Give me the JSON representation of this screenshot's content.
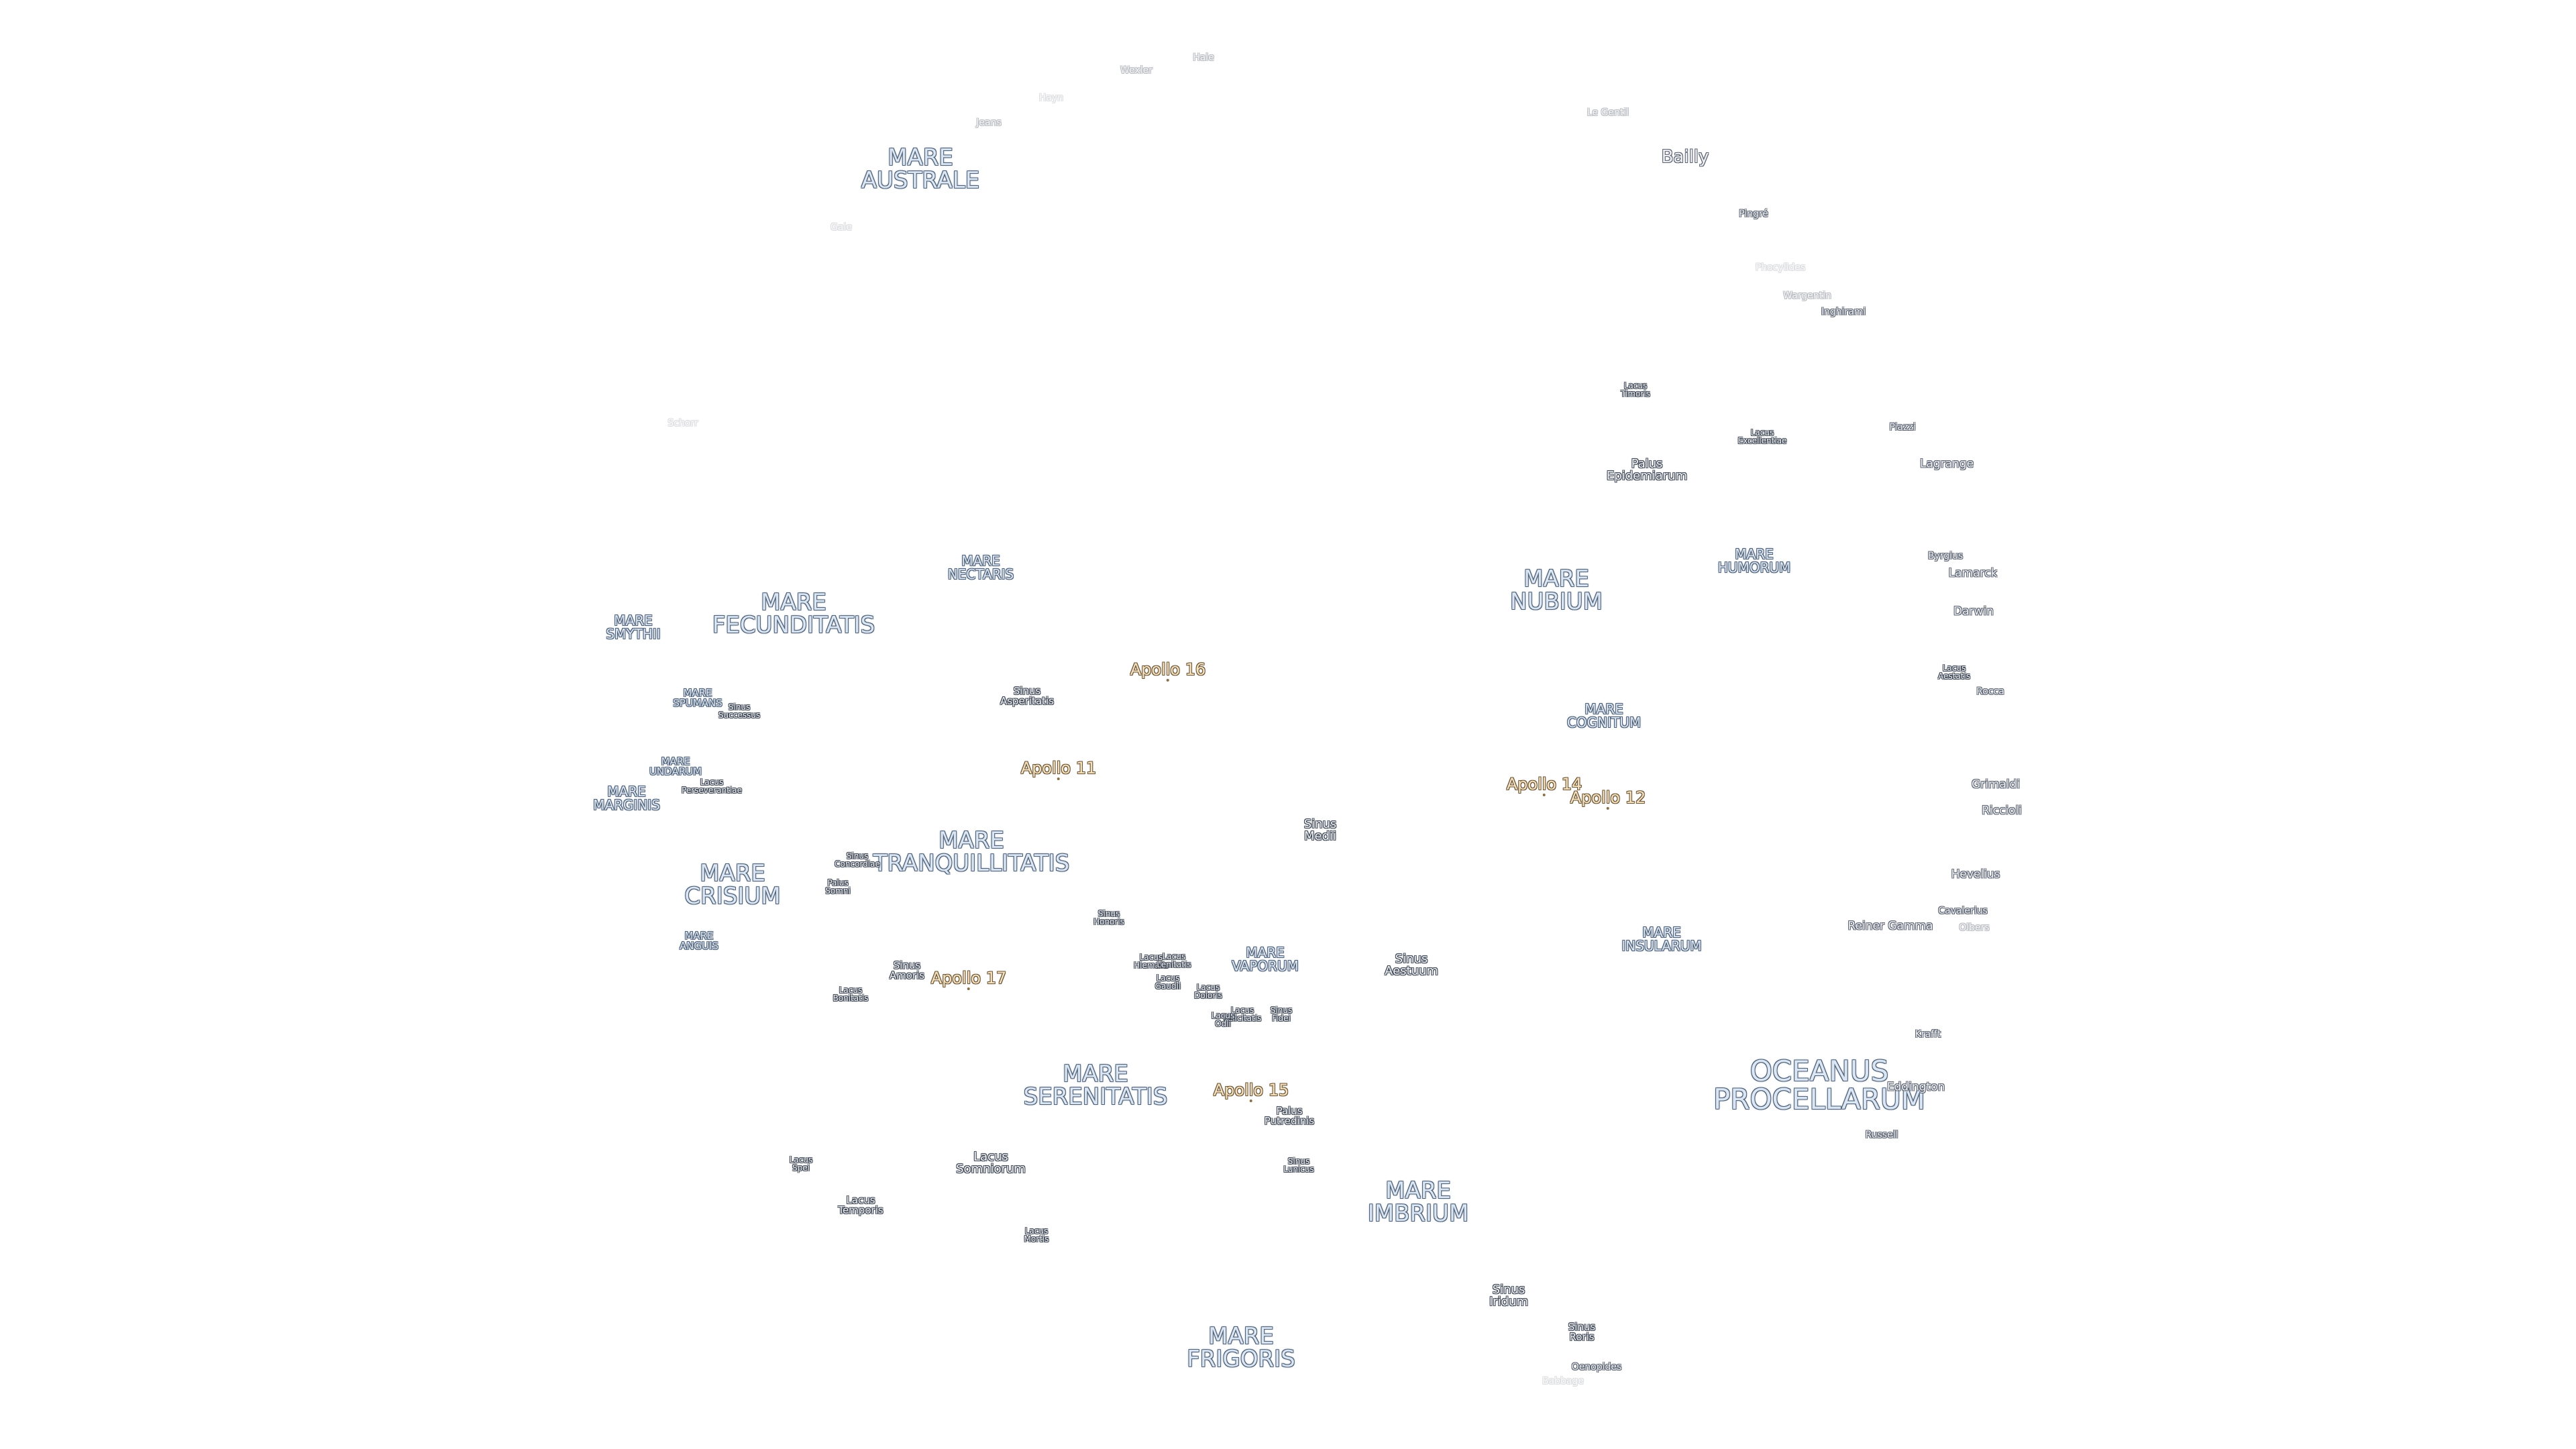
{
  "map": {
    "labels": [
      {
        "id": "mare-australe",
        "kind": "mare",
        "lines": [
          "MARE",
          "AUSTRALE"
        ]
      },
      {
        "id": "oceanus-procellarum",
        "kind": "mare",
        "lines": [
          "OCEANUS",
          "PROCELLARUM"
        ]
      },
      {
        "id": "mare-frigoris",
        "kind": "mare",
        "lines": [
          "MARE",
          "FRIGORIS"
        ]
      },
      {
        "id": "mare-imbrium",
        "kind": "mare",
        "lines": [
          "MARE",
          "IMBRIUM"
        ]
      },
      {
        "id": "mare-tranquillitatis",
        "kind": "mare",
        "lines": [
          "MARE",
          "TRANQUILLITATIS"
        ]
      },
      {
        "id": "mare-serenitatis",
        "kind": "mare",
        "lines": [
          "MARE",
          "SERENITATIS"
        ]
      },
      {
        "id": "mare-fecunditatis",
        "kind": "mare",
        "lines": [
          "MARE",
          "FECUNDITATIS"
        ]
      },
      {
        "id": "mare-crisium",
        "kind": "mare",
        "lines": [
          "MARE",
          "CRISIUM"
        ]
      },
      {
        "id": "mare-nubium",
        "kind": "mare",
        "lines": [
          "MARE",
          "NUBIUM"
        ]
      },
      {
        "id": "mare-nectaris",
        "kind": "mare-sm",
        "lines": [
          "MARE",
          "NECTARIS"
        ]
      },
      {
        "id": "mare-humorum",
        "kind": "mare-sm",
        "lines": [
          "MARE",
          "HUMORUM"
        ]
      },
      {
        "id": "mare-cognitum",
        "kind": "mare-sm",
        "lines": [
          "MARE",
          "COGNITUM"
        ]
      },
      {
        "id": "mare-insularum",
        "kind": "mare-sm",
        "lines": [
          "MARE",
          "INSULARUM"
        ]
      },
      {
        "id": "mare-vaporum",
        "kind": "mare-sm",
        "lines": [
          "MARE",
          "VAPORUM"
        ]
      },
      {
        "id": "mare-smythii",
        "kind": "mare-sm",
        "lines": [
          "MARE",
          "SMYTHII"
        ]
      },
      {
        "id": "mare-marginis",
        "kind": "mare-sm",
        "lines": [
          "MARE",
          "MARGINIS"
        ]
      },
      {
        "id": "mare-undarum",
        "kind": "mare-xs",
        "lines": [
          "MARE",
          "UNDARUM"
        ]
      },
      {
        "id": "mare-spumans",
        "kind": "mare-xs",
        "lines": [
          "MARE",
          "SPUMANS"
        ]
      },
      {
        "id": "mare-anguis",
        "kind": "mare-xs",
        "lines": [
          "MARE",
          "ANGUIS"
        ]
      },
      {
        "id": "apollo-11",
        "kind": "apollo",
        "lines": [
          "Apollo 11"
        ]
      },
      {
        "id": "apollo-12",
        "kind": "apollo",
        "lines": [
          "Apollo 12"
        ]
      },
      {
        "id": "apollo-14",
        "kind": "apollo",
        "lines": [
          "Apollo 14"
        ]
      },
      {
        "id": "apollo-15",
        "kind": "apollo",
        "lines": [
          "Apollo 15"
        ]
      },
      {
        "id": "apollo-16",
        "kind": "apollo",
        "lines": [
          "Apollo 16"
        ]
      },
      {
        "id": "apollo-17",
        "kind": "apollo",
        "lines": [
          "Apollo 17"
        ]
      },
      {
        "id": "sinus-medii",
        "kind": "feat",
        "lines": [
          "Sinus",
          "Medii"
        ]
      },
      {
        "id": "sinus-aestuum",
        "kind": "feat",
        "lines": [
          "Sinus",
          "Aestuum"
        ]
      },
      {
        "id": "sinus-iridum",
        "kind": "feat",
        "lines": [
          "Sinus",
          "Iridum"
        ]
      },
      {
        "id": "sinus-roris",
        "kind": "feat-sm",
        "lines": [
          "Sinus",
          "Roris"
        ]
      },
      {
        "id": "sinus-asperitatis",
        "kind": "feat-sm",
        "lines": [
          "Sinus",
          "Asperitatis"
        ]
      },
      {
        "id": "sinus-amoris",
        "kind": "feat-sm",
        "lines": [
          "Sinus",
          "Amoris"
        ]
      },
      {
        "id": "sinus-concordiae",
        "kind": "feat-xs",
        "lines": [
          "Sinus",
          "Concordiae"
        ]
      },
      {
        "id": "sinus-successus",
        "kind": "feat-xs",
        "lines": [
          "Sinus",
          "Successus"
        ]
      },
      {
        "id": "sinus-honoris",
        "kind": "feat-xs",
        "lines": [
          "Sinus",
          "Honoris"
        ]
      },
      {
        "id": "sinus-lunicus",
        "kind": "feat-xs",
        "lines": [
          "Sinus",
          "Lunicus"
        ]
      },
      {
        "id": "sinus-fidei",
        "kind": "feat-xs",
        "lines": [
          "Sinus",
          "Fidei"
        ]
      },
      {
        "id": "palus-epidemiarum",
        "kind": "feat",
        "lines": [
          "Palus",
          "Epidemiarum"
        ]
      },
      {
        "id": "palus-putredinis",
        "kind": "feat-sm",
        "lines": [
          "Palus",
          "Putredinis"
        ]
      },
      {
        "id": "palus-somni",
        "kind": "feat-xs",
        "lines": [
          "Palus",
          "Somni"
        ]
      },
      {
        "id": "lacus-somniorum",
        "kind": "feat",
        "lines": [
          "Lacus",
          "Somniorum"
        ]
      },
      {
        "id": "lacus-temporis",
        "kind": "feat-sm",
        "lines": [
          "Lacus",
          "Temporis"
        ]
      },
      {
        "id": "lacus-mortis",
        "kind": "feat-xs",
        "lines": [
          "Lacus",
          "Mortis"
        ]
      },
      {
        "id": "lacus-spei",
        "kind": "feat-xs",
        "lines": [
          "Lacus",
          "Spei"
        ]
      },
      {
        "id": "lacus-bonitatis",
        "kind": "feat-xs",
        "lines": [
          "Lacus",
          "Bonitatis"
        ]
      },
      {
        "id": "lacus-timoris",
        "kind": "feat-xs",
        "lines": [
          "Lacus",
          "Timoris"
        ]
      },
      {
        "id": "lacus-excellentiae",
        "kind": "feat-xs",
        "lines": [
          "Lacus",
          "Excellentiae"
        ]
      },
      {
        "id": "lacus-aestatis",
        "kind": "feat-xs",
        "lines": [
          "Lacus",
          "Aestatis"
        ]
      },
      {
        "id": "lacus-gaudii",
        "kind": "feat-xs",
        "lines": [
          "Lacus",
          "Gaudii"
        ]
      },
      {
        "id": "lacus-doloris",
        "kind": "feat-xs",
        "lines": [
          "Lacus",
          "Doloris"
        ]
      },
      {
        "id": "lacus-hiemalis",
        "kind": "feat-xs",
        "lines": [
          "Lacus",
          "Hiemalis"
        ]
      },
      {
        "id": "lacus-lenitatis",
        "kind": "feat-xs",
        "lines": [
          "Lacus",
          "Lenitatis"
        ]
      },
      {
        "id": "lacus-felicitatis",
        "kind": "feat-xs",
        "lines": [
          "Lacus",
          "Felicitatis"
        ]
      },
      {
        "id": "lacus-odii",
        "kind": "feat-xs",
        "lines": [
          "Lacus",
          "Odii"
        ]
      },
      {
        "id": "lacus-perseverantiae",
        "kind": "feat-xs",
        "lines": [
          "Lacus",
          "Perseverantiae"
        ]
      },
      {
        "id": "bailly",
        "kind": "crater-lg",
        "lines": [
          "Bailly"
        ]
      },
      {
        "id": "grimaldi",
        "kind": "crater",
        "lines": [
          "Grimaldi"
        ]
      },
      {
        "id": "lagrange",
        "kind": "crater",
        "lines": [
          "Lagrange"
        ]
      },
      {
        "id": "darwin",
        "kind": "crater",
        "lines": [
          "Darwin"
        ]
      },
      {
        "id": "lamarck",
        "kind": "crater",
        "lines": [
          "Lamarck"
        ]
      },
      {
        "id": "riccioli",
        "kind": "crater",
        "lines": [
          "Riccioli"
        ]
      },
      {
        "id": "hevelius",
        "kind": "crater",
        "lines": [
          "Hevelius"
        ]
      },
      {
        "id": "reiner-gamma",
        "kind": "crater",
        "lines": [
          "Reiner Gamma"
        ]
      },
      {
        "id": "eddington",
        "kind": "crater",
        "lines": [
          "Eddington"
        ]
      },
      {
        "id": "inghirami",
        "kind": "crater-sm",
        "lines": [
          "Inghirami"
        ]
      },
      {
        "id": "pingre",
        "kind": "crater-sm",
        "lines": [
          "Pingré"
        ]
      },
      {
        "id": "piazzi",
        "kind": "crater-sm",
        "lines": [
          "Piazzi"
        ]
      },
      {
        "id": "byrgius",
        "kind": "crater-sm",
        "lines": [
          "Byrgius"
        ]
      },
      {
        "id": "rocca",
        "kind": "crater-sm",
        "lines": [
          "Rocca"
        ]
      },
      {
        "id": "cavalerius",
        "kind": "crater-sm",
        "lines": [
          "Cavalerius"
        ]
      },
      {
        "id": "krafft",
        "kind": "crater-sm",
        "lines": [
          "Krafft"
        ]
      },
      {
        "id": "russell",
        "kind": "crater-sm",
        "lines": [
          "Russell"
        ]
      },
      {
        "id": "oenopides",
        "kind": "crater-sm",
        "lines": [
          "Oenopides"
        ]
      },
      {
        "id": "le-gentil",
        "kind": "crater-faint",
        "lines": [
          "Le Gentil"
        ]
      },
      {
        "id": "wargentin",
        "kind": "crater-faint",
        "lines": [
          "Wargentin"
        ]
      },
      {
        "id": "olbers",
        "kind": "crater-faint",
        "lines": [
          "Olbers"
        ]
      },
      {
        "id": "wexler",
        "kind": "crater-faint",
        "lines": [
          "Wexler"
        ]
      },
      {
        "id": "hale",
        "kind": "crater-faint",
        "lines": [
          "Hale"
        ]
      },
      {
        "id": "jeans",
        "kind": "crater-faint",
        "lines": [
          "Jeans"
        ]
      },
      {
        "id": "gale",
        "kind": "crater-ghost",
        "lines": [
          "Gale"
        ]
      },
      {
        "id": "schorr",
        "kind": "crater-ghost",
        "lines": [
          "Schorr"
        ]
      },
      {
        "id": "phocylides",
        "kind": "crater-ghost",
        "lines": [
          "Phocylides"
        ]
      },
      {
        "id": "babbage",
        "kind": "crater-ghost",
        "lines": [
          "Babbage"
        ]
      },
      {
        "id": "hayn",
        "kind": "crater-ghost",
        "lines": [
          "Hayn"
        ]
      }
    ]
  }
}
